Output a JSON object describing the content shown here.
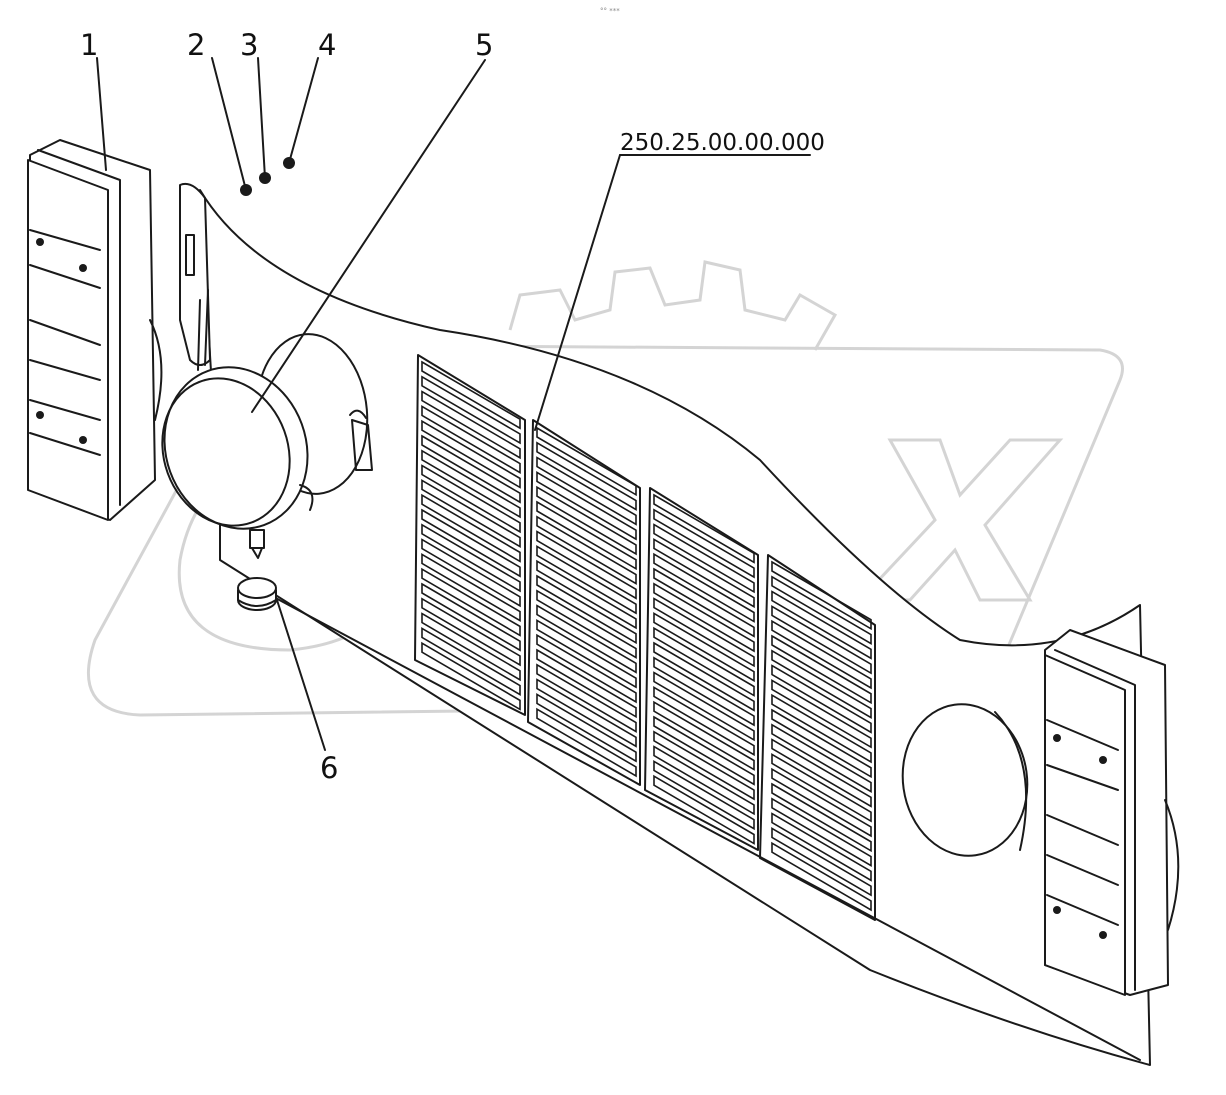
{
  "header_mark": "°° ***",
  "assembly_code": "250.25.00.00.000",
  "callouts": [
    "1",
    "2",
    "3",
    "4",
    "5",
    "6"
  ],
  "colors": {
    "line": "#1a1a1a",
    "watermark": "#d4d4d4",
    "background": "#ffffff"
  }
}
